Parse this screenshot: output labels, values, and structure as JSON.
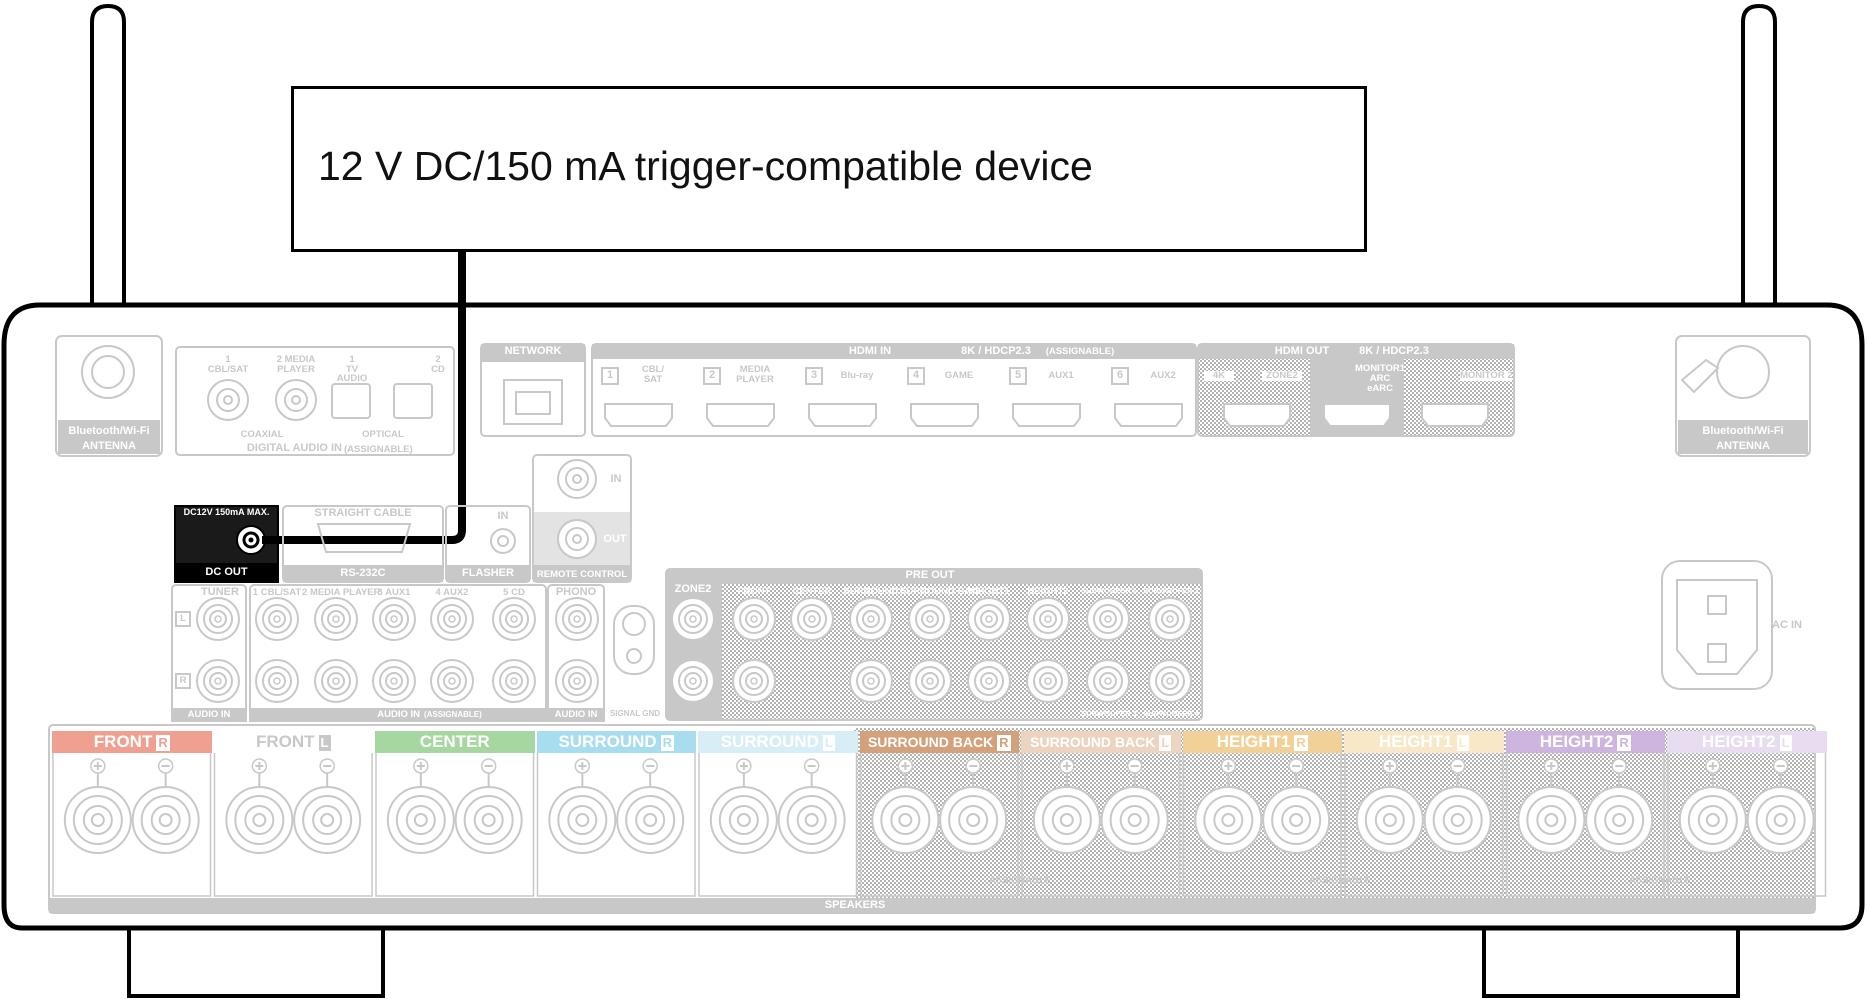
{
  "device_label": "12 V DC/150 mA trigger-compatible device",
  "antenna_label_line1": "Bluetooth/Wi-Fi",
  "antenna_label_line2": "ANTENNA",
  "digital_audio": {
    "coax1_line1": "1",
    "coax1_line2": "CBL/SAT",
    "coax2_line1": "2 MEDIA",
    "coax2_line2": "PLAYER",
    "opt1_line1": "1",
    "opt1_line2": "TV",
    "opt1_line3": "AUDIO",
    "opt2_line1": "2",
    "opt2_line2": "CD",
    "coaxial": "COAXIAL",
    "optical": "OPTICAL",
    "title": "DIGITAL AUDIO IN",
    "assignable": "(ASSIGNABLE)"
  },
  "network": "NETWORK",
  "hdmi_in": {
    "title": "HDMI IN",
    "spec": "8K / HDCP2.3",
    "assignable": "(ASSIGNABLE)",
    "ports": [
      {
        "num": "1",
        "line1": "CBL/",
        "line2": "SAT"
      },
      {
        "num": "2",
        "line1": "MEDIA",
        "line2": "PLAYER"
      },
      {
        "num": "3",
        "line1": "Blu-ray",
        "line2": ""
      },
      {
        "num": "4",
        "line1": "GAME",
        "line2": ""
      },
      {
        "num": "5",
        "line1": "AUX1",
        "line2": ""
      },
      {
        "num": "6",
        "line1": "AUX2",
        "line2": ""
      }
    ]
  },
  "hdmi_out": {
    "title": "HDMI OUT",
    "spec": "8K / HDCP2.3",
    "p1a": "4K",
    "p1b": "ZONE2",
    "p2a": "MONITOR1",
    "p2b": "ARC",
    "p2c": "eARC",
    "p3": "MONITOR 2"
  },
  "dc_out": {
    "spec": "DC12V 150mA MAX.",
    "label": "DC OUT"
  },
  "rs232c": {
    "top": "STRAIGHT CABLE",
    "label": "RS-232C"
  },
  "flasher": {
    "in": "IN",
    "label": "FLASHER"
  },
  "remote": {
    "in": "IN",
    "out": "OUT",
    "label": "REMOTE CONTROL"
  },
  "audio_in": {
    "tuner": "TUNER",
    "inputs": [
      "1 CBL/SAT",
      "2 MEDIA PLAYER",
      "3 AUX1",
      "4 AUX2",
      "5 CD"
    ],
    "phono": "PHONO",
    "l": "L",
    "r": "R",
    "label": "AUDIO IN",
    "assignable": "(ASSIGNABLE)",
    "signal_gnd": "SIGNAL GND"
  },
  "pre_out": {
    "title": "PRE OUT",
    "zone2": "ZONE2",
    "channels": [
      "FRONT",
      "CENTER",
      "SURROUND",
      "SURROUND BACK",
      "HEIGHT1",
      "HEIGHT2"
    ],
    "sub1": "SUBWOOFER 1",
    "sub2": "SUBWOOFER 2",
    "sub3": "SUBWOOFER 3",
    "sub4": "SUBWOOFER 4"
  },
  "ac_in": "AC IN",
  "speakers": {
    "label": "SPEAKERS",
    "assignable": "ASSIGNABLE",
    "channels": [
      {
        "name": "FRONT",
        "side": "R",
        "color": "#f0a090"
      },
      {
        "name": "FRONT",
        "side": "L",
        "color": "#ffffff"
      },
      {
        "name": "CENTER",
        "side": "",
        "color": "#a6d7a0"
      },
      {
        "name": "SURROUND",
        "side": "R",
        "color": "#a8dcef"
      },
      {
        "name": "SURROUND",
        "side": "L",
        "color": "#d8eef6"
      },
      {
        "name": "SURROUND BACK",
        "side": "R",
        "color": "#d3a27d"
      },
      {
        "name": "SURROUND BACK",
        "side": "L",
        "color": "#ecd4c1"
      },
      {
        "name": "HEIGHT1",
        "side": "R",
        "color": "#f1d197"
      },
      {
        "name": "HEIGHT1",
        "side": "L",
        "color": "#f8e8c8"
      },
      {
        "name": "HEIGHT2",
        "side": "R",
        "color": "#cdb5df"
      },
      {
        "name": "HEIGHT2",
        "side": "L",
        "color": "#e8dcf0"
      }
    ]
  },
  "colors": {
    "panel_gray": "#c8c8c8",
    "hatch": "#b8b8b8",
    "line": "#000000"
  }
}
